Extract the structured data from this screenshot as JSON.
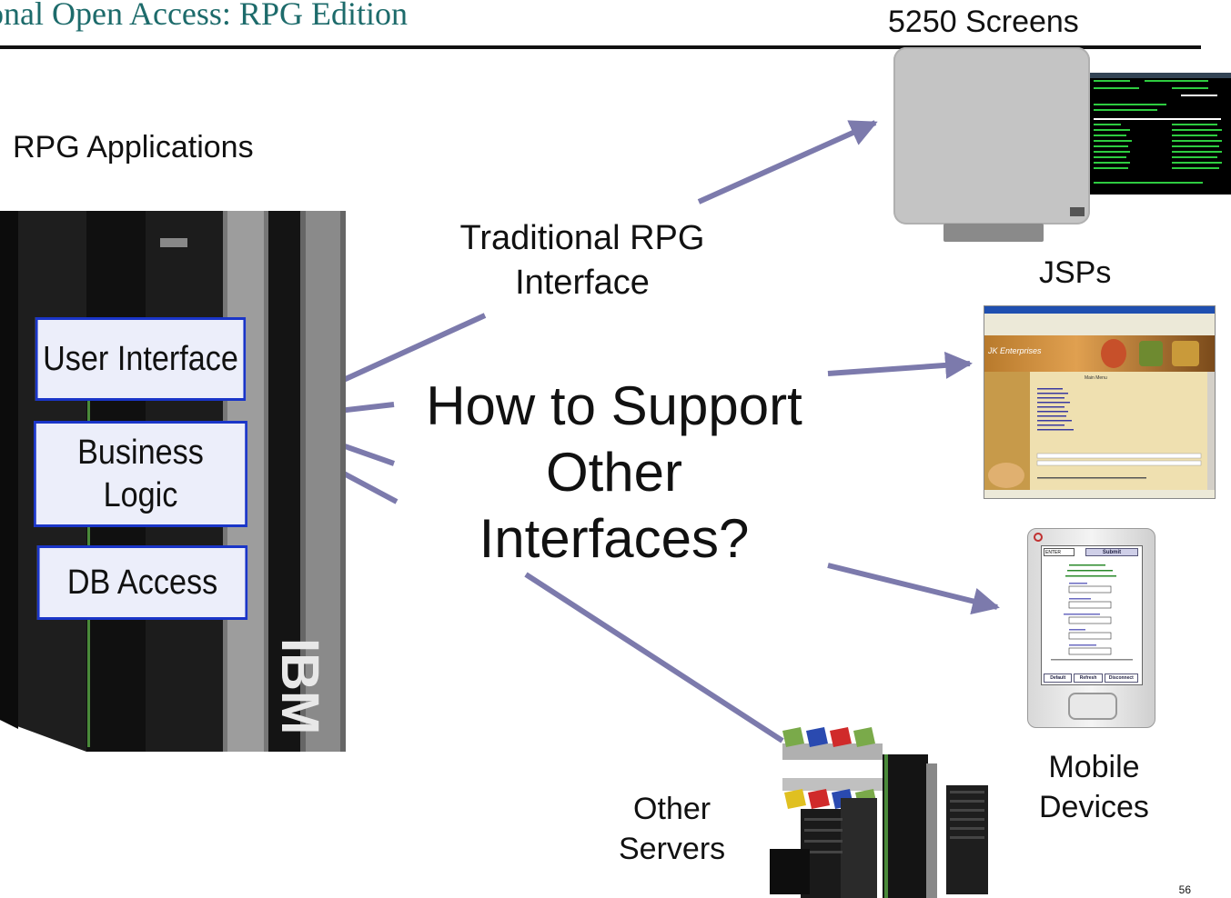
{
  "slide": {
    "title": "onal Open Access: RPG Edition",
    "page_number": "56"
  },
  "labels": {
    "rpg_apps": "RPG Applications",
    "screens_5250": "5250 Screens",
    "traditional_line1": "Traditional RPG",
    "traditional_line2": "Interface",
    "jsps": "JSPs",
    "question_line1": "How to Support",
    "question_line2": "Other",
    "question_line3": "Interfaces?",
    "mobile_line1": "Mobile",
    "mobile_line2": "Devices",
    "servers_line1": "Other",
    "servers_line2": "Servers"
  },
  "layers": {
    "ui": "User Interface",
    "business_line1": "Business",
    "business_line2": "Logic",
    "db": "DB Access"
  },
  "server_logo": "IBM",
  "jsp_window": {
    "title": "JK Enterprises",
    "main_menu": "Main Menu"
  },
  "mobile_form": {
    "enter": "ENTER",
    "submit": "Submit",
    "buttons": [
      "Default",
      "Refresh",
      "Disconnect"
    ]
  },
  "colors": {
    "title": "#1d6b6b",
    "arrow": "#7c7aac",
    "layer_border": "#1a35c8",
    "layer_fill": "#eceefa"
  }
}
